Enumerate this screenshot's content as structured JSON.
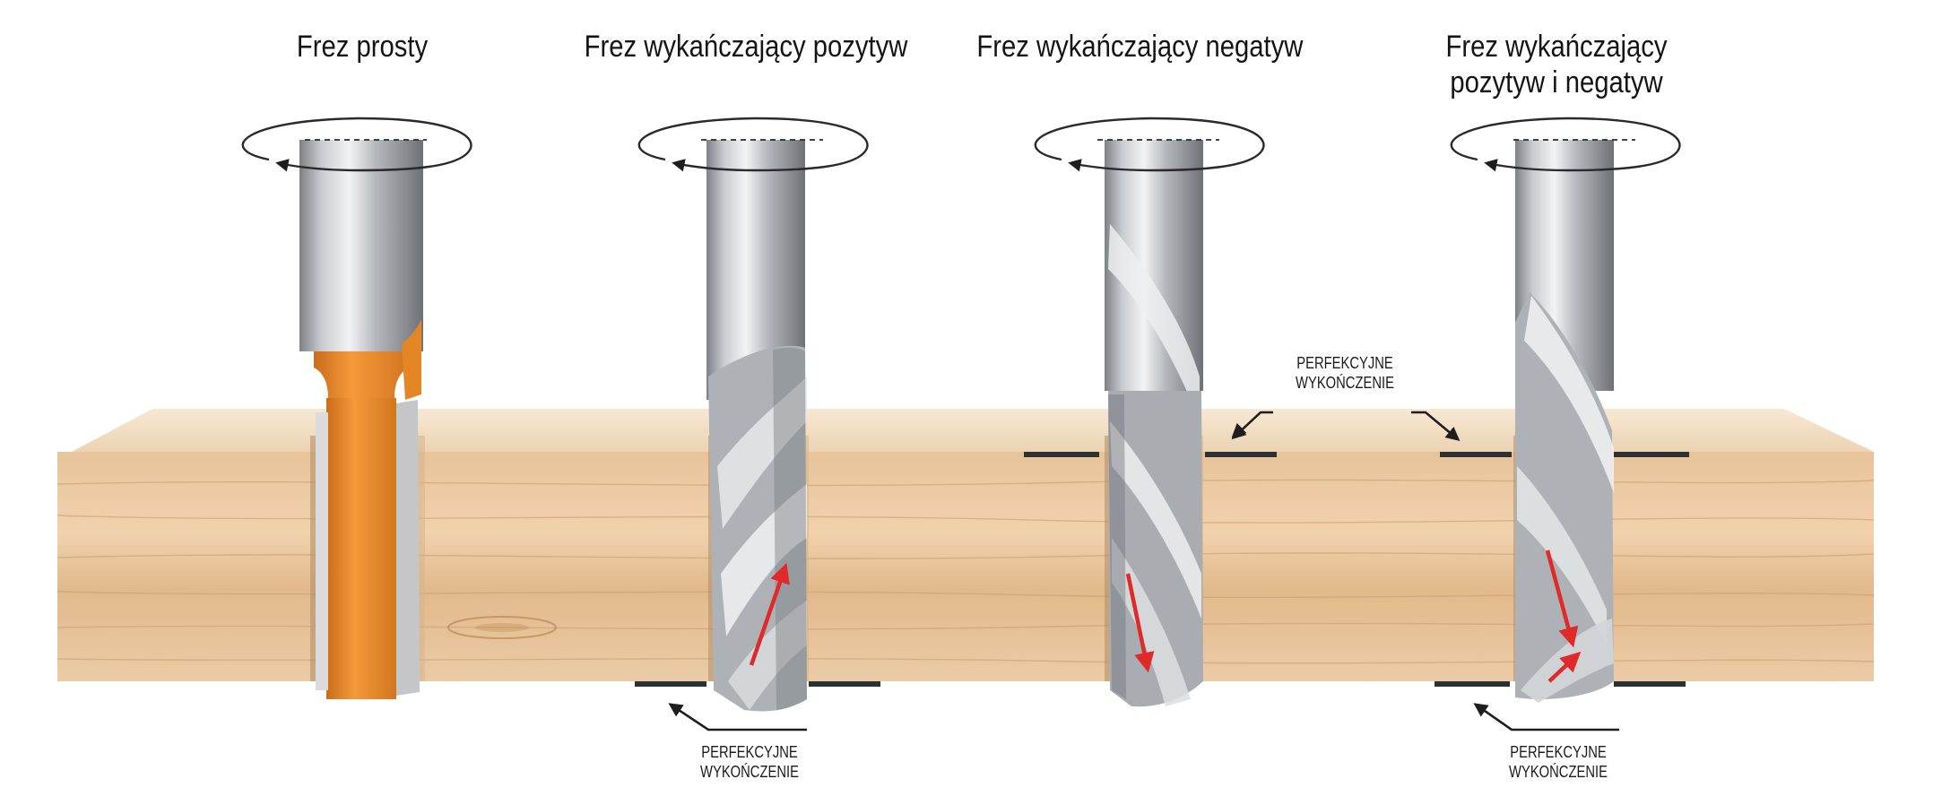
{
  "titles": {
    "straight": "Frez prosty",
    "upcut": "Frez wykańczający pozytyw",
    "downcut": "Frez wykańczający negatyw",
    "compression_line1": "Frez wykańczający",
    "compression_line2": "pozytyw i negatyw"
  },
  "notes": {
    "upcut_line1": "PERFEKCYJNE",
    "upcut_line2": "WYKOŃCZENIE",
    "downcut_line1": "PERFEKCYJNE",
    "downcut_line2": "WYKOŃCZENIE",
    "compression_line1": "PERFEKCYJNE",
    "compression_line2": "WYKOŃCZENIE"
  },
  "colors": {
    "wood_face": "#e2bd93",
    "wood_top": "#efd6b7",
    "steel": "#b9bcc0",
    "steel_dark": "#808489",
    "carbide_orange": "#e98b2b",
    "flow_arrow": "#e02a2a",
    "edge_marker": "#2c3233",
    "rotation_arrow": "#2a2a2a"
  },
  "icons": {
    "rotation": "rotation-arrow-icon",
    "chip_flow": "red-arrow-icon",
    "pointer": "black-arrow-icon"
  }
}
